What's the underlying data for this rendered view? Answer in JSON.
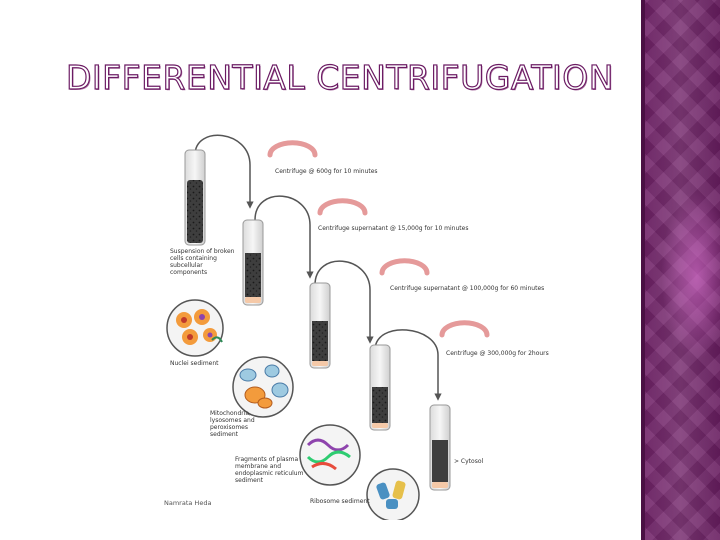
{
  "slide": {
    "title": "DIFFERENTIAL CENTRIFUGATION"
  },
  "colors": {
    "accent_panel": "#6e1f66",
    "title_outline": "#6b1b63",
    "arrow": "#e8a0a0",
    "tube_liquid": "#3a3a3a",
    "pellet": "#f5c9a8"
  },
  "steps": [
    "Centrifuge @ 600g for 10 minutes",
    "Centrifuge supernatant @ 15,000g for 10 minutes",
    "Centrifuge supernatant @ 100,000g for 60 minutes",
    "Centrifuge @ 300,000g for 2hours"
  ],
  "labels": {
    "suspension": [
      "Suspension of broken",
      "cells containing",
      "subcellular",
      "components"
    ],
    "nuclei": "Nuclei sediment",
    "mito": [
      "Mitochondria,",
      "lysosomes and",
      "peroxisomes",
      "sediment"
    ],
    "fragments": [
      "Fragments of plasma",
      "membrane and",
      "endoplasmic reticulum",
      "sediment"
    ],
    "ribosome": "Ribosome sediment",
    "cytosol": "> Cytosol"
  },
  "credit": "Namrata Heda"
}
